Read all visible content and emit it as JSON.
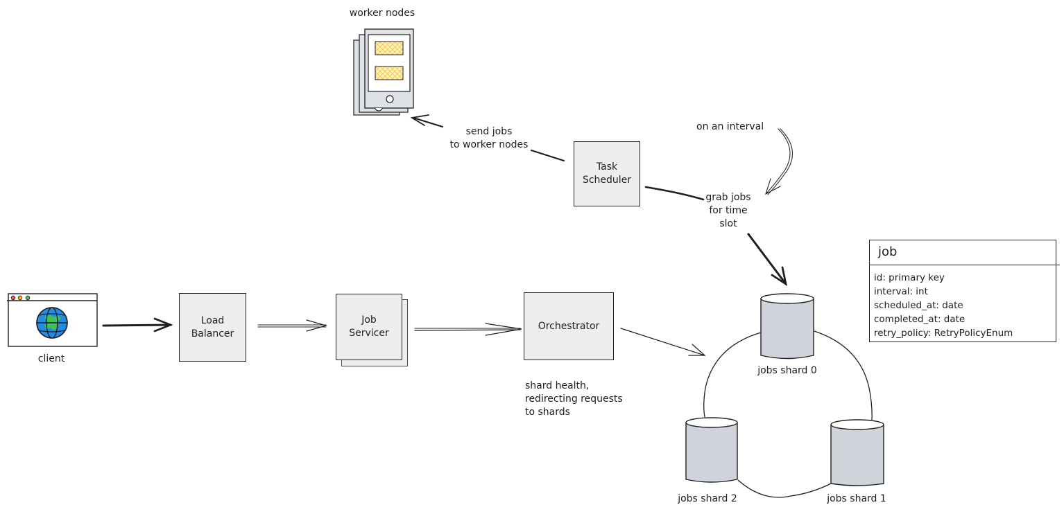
{
  "diagram": {
    "title": "Distributed job scheduler architecture",
    "colors": {
      "stroke": "#1e1e1e",
      "box_fill": "#eeeeee",
      "db_fill": "#ced4da",
      "worker_highlight": "#ffd43b",
      "globe_blue": "#228be6",
      "globe_green": "#40c057",
      "dot_red": "#fa5252",
      "dot_yellow": "#fab005",
      "dot_green": "#40c057"
    },
    "nodes": {
      "client": {
        "label": "client",
        "icon": "browser-globe-icon"
      },
      "load_balancer": {
        "label": "Load\nBalancer"
      },
      "job_servicer": {
        "label": "Job\nServicer"
      },
      "orchestrator": {
        "label": "Orchestrator",
        "note": "shard health,\nredirecting requests\nto shards"
      },
      "task_scheduler": {
        "label": "Task\nScheduler"
      },
      "worker_nodes": {
        "label": "worker nodes",
        "icon": "mobile-device-stack-icon"
      },
      "shards": [
        {
          "label": "jobs shard 0"
        },
        {
          "label": "jobs shard 1"
        },
        {
          "label": "jobs shard 2"
        }
      ]
    },
    "edge_labels": {
      "send_jobs": "send jobs\nto worker nodes",
      "on_interval": "on an interval",
      "grab_jobs": "grab jobs\nfor time\nslot"
    },
    "job_table": {
      "name": "job",
      "fields": [
        "id: primary key",
        "interval: int",
        "scheduled_at: date",
        "completed_at: date",
        "retry_policy: RetryPolicyEnum"
      ]
    }
  }
}
